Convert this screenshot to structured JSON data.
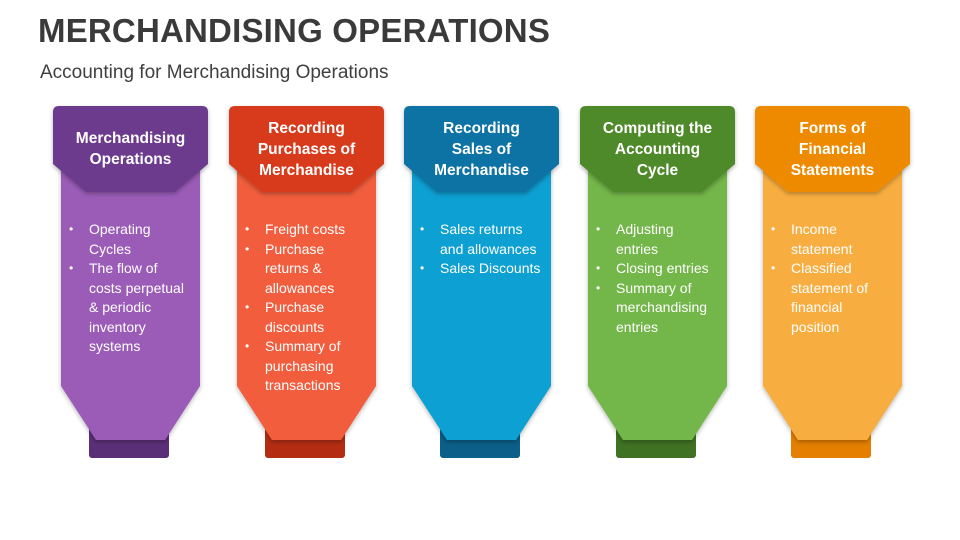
{
  "title": "MERCHANDISING OPERATIONS",
  "subtitle": "Accounting for Merchandising Operations",
  "columns": [
    {
      "heading": "Merchandising\nOperations",
      "items": [
        "Operating\nCycles",
        "The flow of\ncosts perpetual\n& periodic\ninventory\nsystems"
      ],
      "colors": {
        "head": "#6d3b8e",
        "body": "#9b5cb8",
        "tab": "#5b2f78"
      }
    },
    {
      "heading": "Recording\nPurchases of\nMerchandise",
      "items": [
        "Freight costs",
        "Purchase\nreturns &\nallowances",
        "Purchase\ndiscounts",
        "Summary of\npurchasing\ntransactions"
      ],
      "colors": {
        "head": "#d83a1a",
        "body": "#f15d3c",
        "tab": "#b42d13"
      }
    },
    {
      "heading": "Recording\nSales of\nMerchandise",
      "items": [
        "Sales returns\nand allowances",
        "Sales Discounts"
      ],
      "colors": {
        "head": "#0e72a4",
        "body": "#0aa0d2",
        "tab": "#0b5f88"
      }
    },
    {
      "heading": "Computing the\nAccounting\nCycle",
      "items": [
        "Adjusting\nentries",
        "Closing entries",
        "Summary of\nmerchandising\nentries"
      ],
      "colors": {
        "head": "#4f8a2c",
        "body": "#73b648",
        "tab": "#3f7222"
      }
    },
    {
      "heading": "Forms of\nFinancial\nStatements",
      "items": [
        "Income\nstatement",
        "Classified\nstatement of\nfinancial\nposition"
      ],
      "colors": {
        "head": "#ee8a06",
        "body": "#f8ad3f",
        "tab": "#e47f00"
      }
    }
  ]
}
